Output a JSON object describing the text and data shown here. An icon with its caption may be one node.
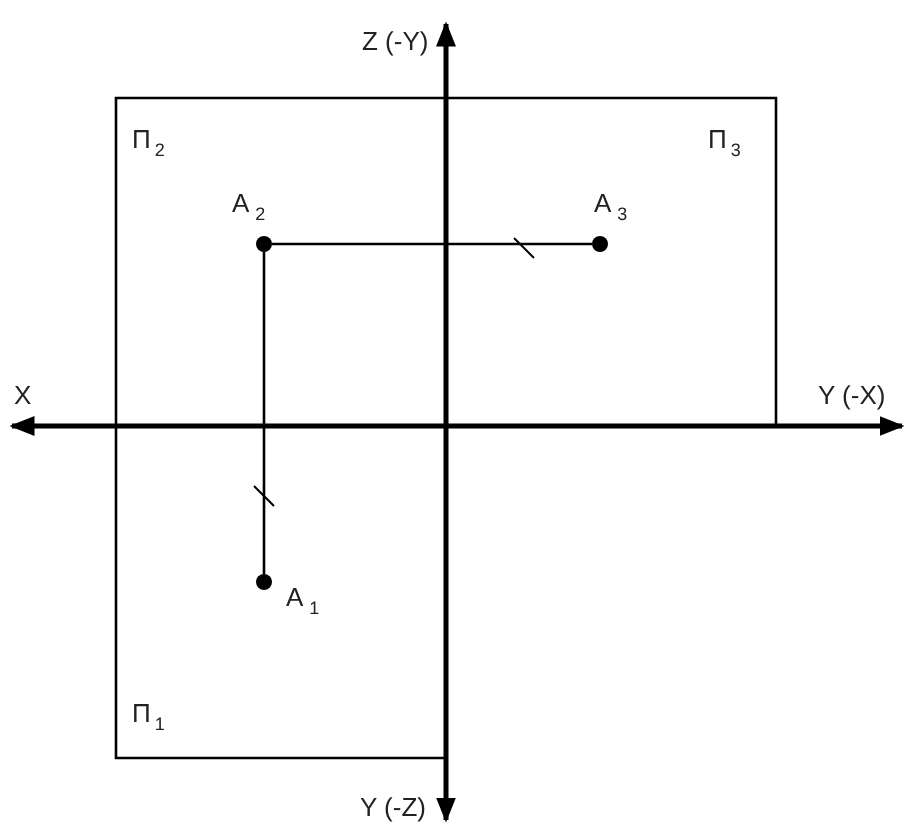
{
  "diagram": {
    "nodes": [
      {
        "text": [
          "A$_{2}$"
        ]
      },
      {
        "text": [
          "A$_{3}$"
        ]
      },
      {
        "text": [
          "A$_{1}$"
        ]
      }
    ],
    "edges": [
      {
        "from": 0,
        "to": 1,
        "arrow": "none"
      },
      {
        "from": 0,
        "to": 2,
        "arrow": "none"
      }
    ],
    "labels": [
      "Z (-Y)",
      "П$_{2}$",
      "П$_{3}$",
      "X",
      "Y (-X)",
      "П$_{1}$",
      "Y (-Z)"
    ]
  }
}
